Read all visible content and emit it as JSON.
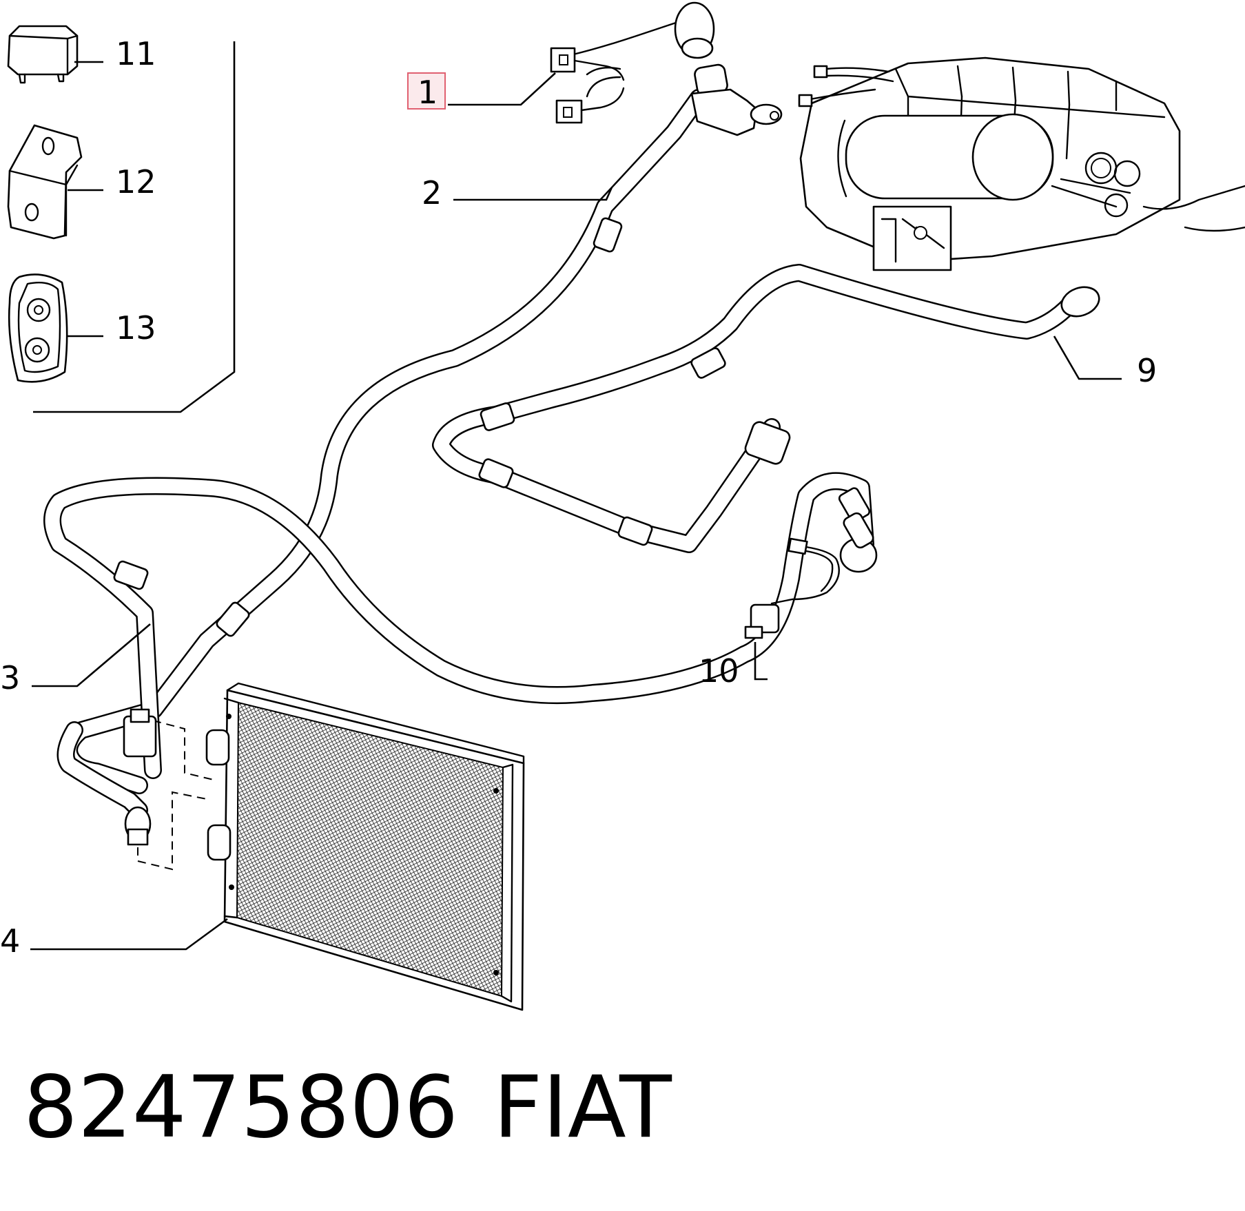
{
  "callouts": [
    {
      "id": "1",
      "text": "1"
    },
    {
      "id": "2",
      "text": "2"
    },
    {
      "id": "3",
      "text": "3"
    },
    {
      "id": "4",
      "text": "4"
    },
    {
      "id": "9",
      "text": "9"
    },
    {
      "id": "10",
      "text": "10"
    },
    {
      "id": "11",
      "text": "11"
    },
    {
      "id": "12",
      "text": "12"
    },
    {
      "id": "13",
      "text": "13"
    }
  ],
  "highlight": {
    "callout": "1",
    "color": "#e06070"
  },
  "footer": {
    "part_number": "82475806",
    "brand": "FIAT"
  }
}
